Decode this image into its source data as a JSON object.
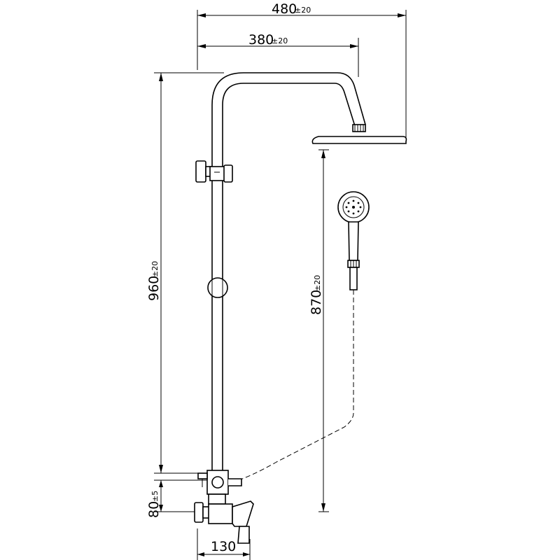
{
  "dimensions": {
    "overall_width": {
      "value": "480",
      "tolerance": "±20"
    },
    "arm_reach": {
      "value": "380",
      "tolerance": "±20"
    },
    "column_height": {
      "value": "960",
      "tolerance": "±20"
    },
    "head_height": {
      "value": "870",
      "tolerance": "±20"
    },
    "valve_offset": {
      "value": "80",
      "tolerance": "±5"
    },
    "mixer_projection": {
      "value": "130",
      "tolerance": ""
    }
  },
  "colors": {
    "line": "#000000",
    "background": "#ffffff"
  },
  "icons": {
    "slider": "slider-bracket-icon",
    "wall_bracket": "wall-bracket-icon",
    "hand_shower": "hand-shower-icon",
    "rain_head": "rain-shower-head-icon"
  }
}
